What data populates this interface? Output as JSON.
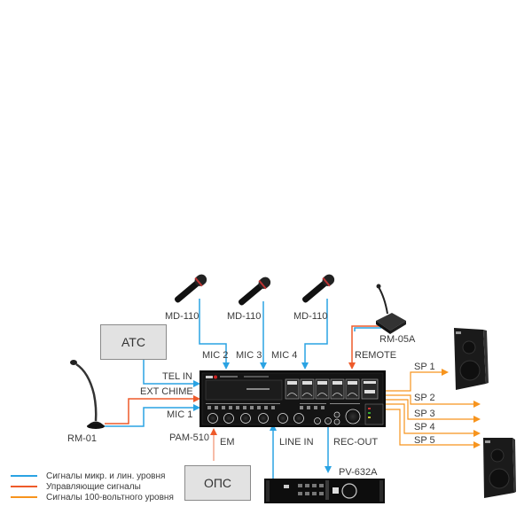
{
  "colors": {
    "signal": "#2aa3e3",
    "control": "#ee5a2a",
    "hv100": "#f7941d"
  },
  "devices": {
    "mic_2": {
      "label": "MD-110",
      "icon": "handheld-microphone-icon"
    },
    "mic_3": {
      "label": "MD-110",
      "icon": "handheld-microphone-icon"
    },
    "mic_4": {
      "label": "MD-110",
      "icon": "handheld-microphone-icon"
    },
    "remote_mic": {
      "label": "RM-05A",
      "icon": "paging-console-icon"
    },
    "desk_mic": {
      "label": "RM-01",
      "icon": "gooseneck-microphone-icon"
    },
    "amplifier": {
      "label": "PAM-510",
      "icon": "mixer-amplifier-icon"
    },
    "recorder": {
      "label": "PV-632A",
      "icon": "voice-recorder-icon"
    },
    "speaker_top": {
      "icon": "loudspeaker-icon"
    },
    "speaker_bottom": {
      "icon": "loudspeaker-icon"
    }
  },
  "boxes": {
    "atc": "АТС",
    "ops": "ОПС"
  },
  "ports": {
    "mic2": "MIC 2",
    "mic3": "MIC 3",
    "mic4": "MIC 4",
    "remote": "REMOTE",
    "tel_in": "TEL IN",
    "ext_chime": "EXT CHIME",
    "mic1": "MIC 1",
    "em": "EM",
    "line_in": "LINE IN",
    "rec_out": "REC-OUT"
  },
  "outputs": [
    "SP 1",
    "SP 2",
    "SP 3",
    "SP 4",
    "SP 5"
  ],
  "legend": [
    {
      "color": "#2aa3e3",
      "text": "Сигналы микр. и лин. уровня"
    },
    {
      "color": "#ee5a2a",
      "text": "Управляющие сигналы"
    },
    {
      "color": "#f7941d",
      "text": "Сигналы 100-вольтного уровня"
    }
  ]
}
